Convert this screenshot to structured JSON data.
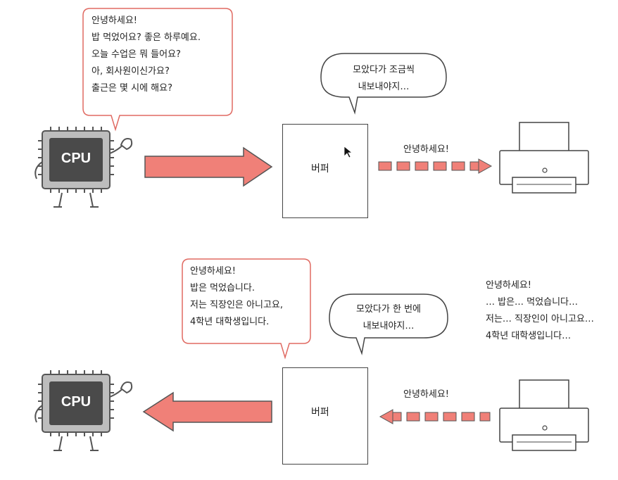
{
  "top": {
    "cpu_bubble_lines": [
      "안녕하세요!",
      "밥 먹었어요? 좋은 하루예요.",
      "오늘 수업은 뭐 들어요?",
      "아, 회사원이신가요?",
      "출근은 몇 시에 해요?"
    ],
    "buffer_bubble_lines": [
      "모았다가 조금씩",
      "내보내야지…"
    ],
    "buffer_label": "버퍼",
    "dash_label": "안녕하세요!"
  },
  "bottom": {
    "cpu_bubble_lines": [
      "안녕하세요!",
      "밥은 먹었습니다.",
      "저는 직장인은 아니고요,",
      "4학년 대학생입니다."
    ],
    "buffer_bubble_lines": [
      "모았다가 한 번에",
      "내보내야지…"
    ],
    "buffer_label": "버퍼",
    "dash_label": "안녕하세요!",
    "printer_lines": [
      "안녕하세요!",
      "… 밥은… 먹었습니다…",
      "저는… 직장인이 아니고요…",
      "4학년 대학생입니다…"
    ]
  },
  "cpu_label": "CPU",
  "colors": {
    "arrow_fill": "#f08078",
    "bubble_stroke": "#e06a62",
    "chip_body": "#4a4a4a",
    "chip_frame": "#bdbdbd"
  }
}
